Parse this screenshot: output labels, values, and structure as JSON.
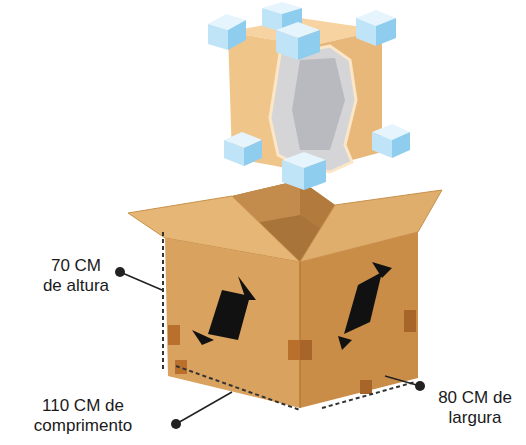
{
  "diagram": {
    "labels": [
      "70 CM de altura",
      "110 CM de comprimento",
      "80 CM de largura"
    ]
  }
}
